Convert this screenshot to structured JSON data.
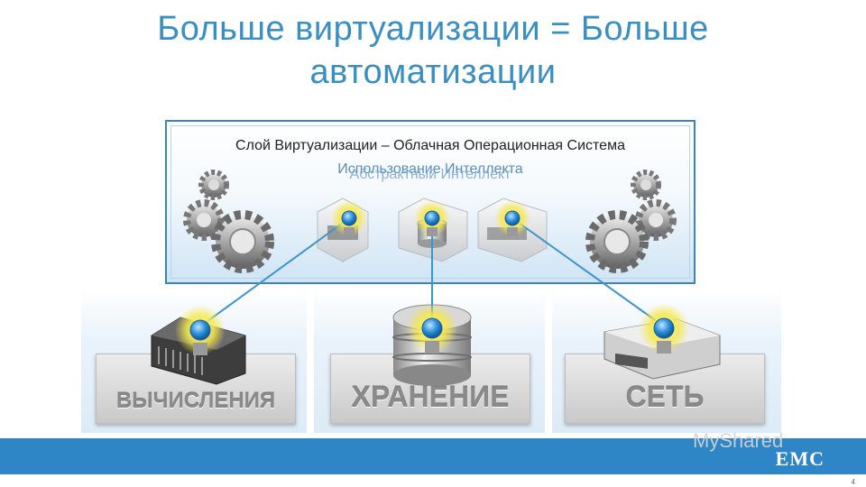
{
  "slide": {
    "title_line1": "Больше виртуализации = Больше",
    "title_line2": "автоматизации",
    "cloud_title": "Слой Виртуализации – Облачная Операционная Система",
    "cloud_subtitle": "Использование Интеллекта",
    "cloud_subtitle_overlap": "Абстрактный Интеллект",
    "labels": {
      "compute": "ВЫЧИСЛЕНИЯ",
      "storage": "ХРАНЕНИЕ",
      "network": "СЕТЬ"
    },
    "logo": "EMC",
    "watermark": "MyShared",
    "page_number": "4",
    "colors": {
      "title": "#3a8fc2",
      "footer": "#2f86c6",
      "bulb_blue": "#2a8fd9",
      "glow": "#f5e84a"
    }
  }
}
